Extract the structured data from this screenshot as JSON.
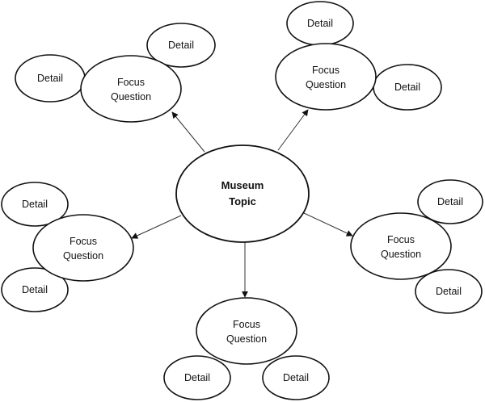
{
  "center": {
    "line1": "Museum",
    "line2": "Topic"
  },
  "branches": [
    {
      "focus": [
        "Focus",
        "Question"
      ],
      "details": [
        "Detail",
        "Detail"
      ]
    },
    {
      "focus": [
        "Focus",
        "Question"
      ],
      "details": [
        "Detail",
        "Detail"
      ]
    },
    {
      "focus": [
        "Focus",
        "Question"
      ],
      "details": [
        "Detail",
        "Detail"
      ]
    },
    {
      "focus": [
        "Focus",
        "Question"
      ],
      "details": [
        "Detail",
        "Detail"
      ]
    },
    {
      "focus": [
        "Focus",
        "Question"
      ],
      "details": [
        "Detail",
        "Detail"
      ]
    }
  ]
}
